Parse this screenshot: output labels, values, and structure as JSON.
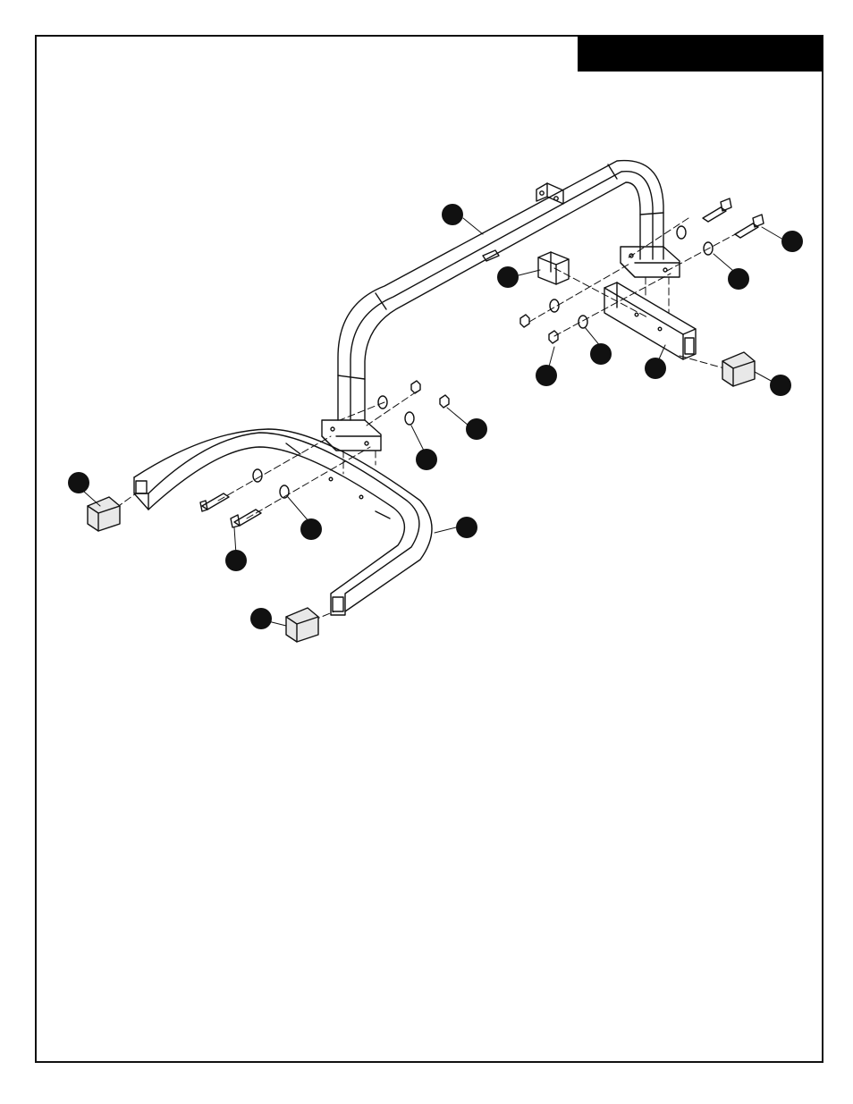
{
  "page": {
    "header_box_text": "",
    "colors": {
      "ink": "#111111",
      "paper": "#ffffff",
      "header_fill": "#000000"
    }
  },
  "diagram": {
    "type": "exploded-assembly-drawing",
    "callouts": [
      {
        "id": "callout-top-bar",
        "label": ""
      },
      {
        "id": "callout-bolt-right-long",
        "label": ""
      },
      {
        "id": "callout-washer-right",
        "label": ""
      },
      {
        "id": "callout-insert-block",
        "label": ""
      },
      {
        "id": "callout-nut-right",
        "label": ""
      },
      {
        "id": "callout-washer-right-lower",
        "label": ""
      },
      {
        "id": "callout-rear-foot-tube",
        "label": ""
      },
      {
        "id": "callout-end-cap-right",
        "label": ""
      },
      {
        "id": "callout-nut-left",
        "label": ""
      },
      {
        "id": "callout-washer-left",
        "label": ""
      },
      {
        "id": "callout-end-cap-left",
        "label": ""
      },
      {
        "id": "callout-front-u-base",
        "label": ""
      },
      {
        "id": "callout-washer-left-lower",
        "label": ""
      },
      {
        "id": "callout-bolt-left",
        "label": ""
      },
      {
        "id": "callout-end-cap-front",
        "label": ""
      }
    ]
  }
}
